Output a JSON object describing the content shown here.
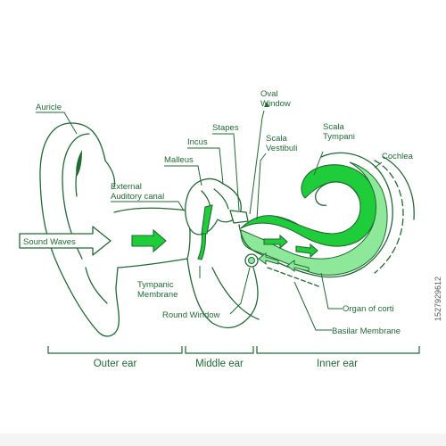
{
  "labels": {
    "auricle": "Auricle",
    "external_canal_1": "External",
    "external_canal_2": "Auditory canal",
    "sound_waves": "Sound Waves",
    "malleus": "Malleus",
    "incus": "Incus",
    "stapes": "Stapes",
    "oval_window_1": "Oval",
    "oval_window_2": "Window",
    "scala_vestibuli_1": "Scala",
    "scala_vestibuli_2": "Vestibuli",
    "scala_tympani_1": "Scala",
    "scala_tympani_2": "Tympani",
    "cochlea": "Cochlea",
    "tympanic_1": "Tympanic",
    "tympanic_2": "Membrane",
    "round_window": "Round Window",
    "organ_of_corti": "Organ of corti",
    "basilar_membrane": "Basilar Membrane"
  },
  "sections": {
    "outer": "Outer ear",
    "middle": "Middle ear",
    "inner": "Inner ear"
  },
  "watermark": "1527929612",
  "colors": {
    "outline": "#1f6b33",
    "fill": "#1fcc3a",
    "light": "#8de89a"
  }
}
